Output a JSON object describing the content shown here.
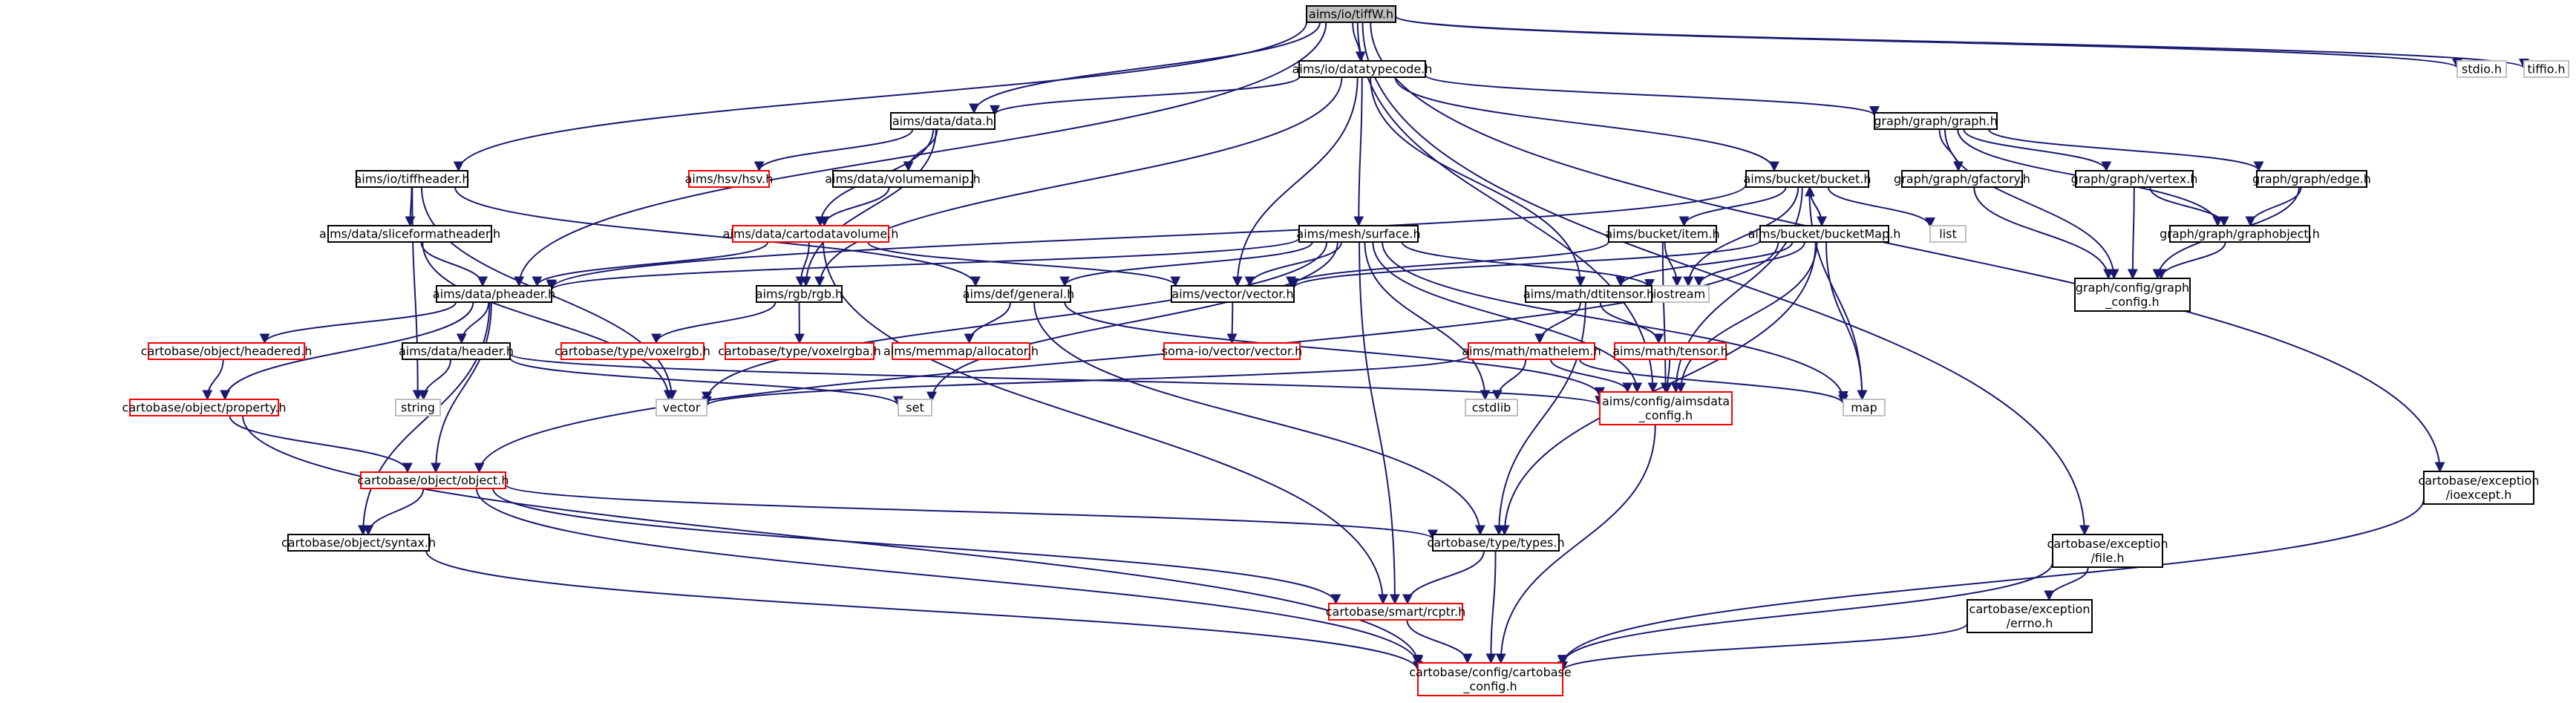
{
  "colors": {
    "edge": "#191970",
    "node_border": "#000000",
    "node_border_red": "#ff0000",
    "node_border_gray": "#bfbfbf",
    "root_fill": "#bfbfbf",
    "fill": "#ffffff"
  },
  "nodes": [
    {
      "id": "root",
      "lines": [
        "aims/io/tiffW.h"
      ],
      "style": "root"
    },
    {
      "id": "datatypecode",
      "lines": [
        "aims/io/datatypecode.h"
      ],
      "style": "black"
    },
    {
      "id": "stdio",
      "lines": [
        "stdio.h"
      ],
      "style": "gray"
    },
    {
      "id": "tiffio",
      "lines": [
        "tiffio.h"
      ],
      "style": "gray"
    },
    {
      "id": "data",
      "lines": [
        "aims/data/data.h"
      ],
      "style": "black"
    },
    {
      "id": "graph",
      "lines": [
        "graph/graph/graph.h"
      ],
      "style": "black"
    },
    {
      "id": "tiffheader",
      "lines": [
        "aims/io/tiffheader.h"
      ],
      "style": "black"
    },
    {
      "id": "hsv",
      "lines": [
        "aims/hsv/hsv.h"
      ],
      "style": "red"
    },
    {
      "id": "volumemanip",
      "lines": [
        "aims/data/volumemanip.h"
      ],
      "style": "black"
    },
    {
      "id": "bucket",
      "lines": [
        "aims/bucket/bucket.h"
      ],
      "style": "black"
    },
    {
      "id": "gfactory",
      "lines": [
        "graph/graph/gfactory.h"
      ],
      "style": "black"
    },
    {
      "id": "vertex",
      "lines": [
        "graph/graph/vertex.h"
      ],
      "style": "black"
    },
    {
      "id": "edge",
      "lines": [
        "graph/graph/edge.h"
      ],
      "style": "black"
    },
    {
      "id": "sliceformat",
      "lines": [
        "aims/data/sliceformatheader.h"
      ],
      "style": "black"
    },
    {
      "id": "cartodatavolume",
      "lines": [
        "aims/data/cartodatavolume.h"
      ],
      "style": "red"
    },
    {
      "id": "surface",
      "lines": [
        "aims/mesh/surface.h"
      ],
      "style": "black"
    },
    {
      "id": "item",
      "lines": [
        "aims/bucket/item.h"
      ],
      "style": "black"
    },
    {
      "id": "bucketmap",
      "lines": [
        "aims/bucket/bucketMap.h"
      ],
      "style": "black"
    },
    {
      "id": "list",
      "lines": [
        "list"
      ],
      "style": "gray"
    },
    {
      "id": "graphobject",
      "lines": [
        "graph/graph/graphobject.h"
      ],
      "style": "black"
    },
    {
      "id": "pheader",
      "lines": [
        "aims/data/pheader.h"
      ],
      "style": "black"
    },
    {
      "id": "rgb",
      "lines": [
        "aims/rgb/rgb.h"
      ],
      "style": "black"
    },
    {
      "id": "general",
      "lines": [
        "aims/def/general.h"
      ],
      "style": "black"
    },
    {
      "id": "vector_h",
      "lines": [
        "aims/vector/vector.h"
      ],
      "style": "black"
    },
    {
      "id": "iostream",
      "lines": [
        "iostream"
      ],
      "style": "gray"
    },
    {
      "id": "dtitensor",
      "lines": [
        "aims/math/dtitensor.h"
      ],
      "style": "black"
    },
    {
      "id": "graph_config",
      "lines": [
        "graph/config/graph",
        "_config.h"
      ],
      "style": "black"
    },
    {
      "id": "headered",
      "lines": [
        "cartobase/object/headered.h"
      ],
      "style": "red"
    },
    {
      "id": "header",
      "lines": [
        "aims/data/header.h"
      ],
      "style": "black"
    },
    {
      "id": "voxelrgb",
      "lines": [
        "cartobase/type/voxelrgb.h"
      ],
      "style": "red"
    },
    {
      "id": "voxelrgba",
      "lines": [
        "cartobase/type/voxelrgba.h"
      ],
      "style": "red"
    },
    {
      "id": "allocator",
      "lines": [
        "aims/memmap/allocator.h"
      ],
      "style": "red"
    },
    {
      "id": "soma_vector",
      "lines": [
        "soma-io/vector/vector.h"
      ],
      "style": "red"
    },
    {
      "id": "mathelem",
      "lines": [
        "aims/math/mathelem.h"
      ],
      "style": "red"
    },
    {
      "id": "tensor",
      "lines": [
        "aims/math/tensor.h"
      ],
      "style": "red"
    },
    {
      "id": "string",
      "lines": [
        "string"
      ],
      "style": "gray"
    },
    {
      "id": "vector",
      "lines": [
        "vector"
      ],
      "style": "gray"
    },
    {
      "id": "property",
      "lines": [
        "cartobase/object/property.h"
      ],
      "style": "red"
    },
    {
      "id": "set",
      "lines": [
        "set"
      ],
      "style": "gray"
    },
    {
      "id": "cstdlib",
      "lines": [
        "cstdlib"
      ],
      "style": "gray"
    },
    {
      "id": "aimsdata_config",
      "lines": [
        "aims/config/aimsdata",
        "_config.h"
      ],
      "style": "red"
    },
    {
      "id": "map",
      "lines": [
        "map"
      ],
      "style": "gray"
    },
    {
      "id": "ioexcept",
      "lines": [
        "cartobase/exception",
        "/ioexcept.h"
      ],
      "style": "black"
    },
    {
      "id": "object",
      "lines": [
        "cartobase/object/object.h"
      ],
      "style": "red"
    },
    {
      "id": "file",
      "lines": [
        "cartobase/exception",
        "/file.h"
      ],
      "style": "black"
    },
    {
      "id": "syntax",
      "lines": [
        "cartobase/object/syntax.h"
      ],
      "style": "black"
    },
    {
      "id": "types",
      "lines": [
        "cartobase/type/types.h"
      ],
      "style": "black"
    },
    {
      "id": "errno",
      "lines": [
        "cartobase/exception",
        "/errno.h"
      ],
      "style": "black"
    },
    {
      "id": "rcptr",
      "lines": [
        "cartobase/smart/rcptr.h"
      ],
      "style": "red"
    },
    {
      "id": "cartobase_config",
      "lines": [
        "cartobase/config/cartobase",
        "_config.h"
      ],
      "style": "red"
    }
  ],
  "edges": [
    [
      "root",
      "datatypecode"
    ],
    [
      "root",
      "stdio"
    ],
    [
      "root",
      "tiffio"
    ],
    [
      "root",
      "data"
    ],
    [
      "root",
      "tiffheader"
    ],
    [
      "root",
      "pheader"
    ],
    [
      "root",
      "aimsdata_config"
    ],
    [
      "root",
      "ioexcept"
    ],
    [
      "root",
      "file"
    ],
    [
      "datatypecode",
      "data"
    ],
    [
      "datatypecode",
      "graph"
    ],
    [
      "datatypecode",
      "bucket"
    ],
    [
      "datatypecode",
      "surface"
    ],
    [
      "datatypecode",
      "rgb"
    ],
    [
      "datatypecode",
      "vector_h"
    ],
    [
      "datatypecode",
      "dtitensor"
    ],
    [
      "data",
      "hsv"
    ],
    [
      "data",
      "volumemanip"
    ],
    [
      "data",
      "cartodatavolume"
    ],
    [
      "data",
      "rgb"
    ],
    [
      "volumemanip",
      "cartodatavolume"
    ],
    [
      "graph",
      "gfactory"
    ],
    [
      "graph",
      "vertex"
    ],
    [
      "graph",
      "edge"
    ],
    [
      "graph",
      "graphobject"
    ],
    [
      "graph",
      "graph_config"
    ],
    [
      "gfactory",
      "graph_config"
    ],
    [
      "vertex",
      "graphobject"
    ],
    [
      "vertex",
      "graph_config"
    ],
    [
      "edge",
      "graphobject"
    ],
    [
      "edge",
      "graph_config"
    ],
    [
      "graphobject",
      "graph_config"
    ],
    [
      "tiffheader",
      "sliceformat"
    ],
    [
      "tiffheader",
      "general"
    ],
    [
      "tiffheader",
      "string"
    ],
    [
      "tiffheader",
      "vector"
    ],
    [
      "sliceformat",
      "pheader"
    ],
    [
      "sliceformat",
      "vector"
    ],
    [
      "cartodatavolume",
      "pheader"
    ],
    [
      "cartodatavolume",
      "rgb"
    ],
    [
      "cartodatavolume",
      "vector_h"
    ],
    [
      "cartodatavolume",
      "rcptr"
    ],
    [
      "bucket",
      "item"
    ],
    [
      "bucket",
      "bucketmap"
    ],
    [
      "bucket",
      "list"
    ],
    [
      "bucket",
      "iostream"
    ],
    [
      "bucket",
      "pheader"
    ],
    [
      "bucket",
      "aimsdata_config"
    ],
    [
      "bucket",
      "map"
    ],
    [
      "bucketmap",
      "bucket"
    ],
    [
      "bucketmap",
      "dtitensor"
    ],
    [
      "bucketmap",
      "iostream"
    ],
    [
      "bucketmap",
      "map"
    ],
    [
      "bucketmap",
      "aimsdata_config"
    ],
    [
      "bucketmap",
      "object"
    ],
    [
      "bucketmap",
      "types"
    ],
    [
      "bucketmap",
      "vector_h"
    ],
    [
      "item",
      "vector_h"
    ],
    [
      "item",
      "iostream"
    ],
    [
      "item",
      "aimsdata_config"
    ],
    [
      "surface",
      "pheader"
    ],
    [
      "surface",
      "general"
    ],
    [
      "surface",
      "vector_h"
    ],
    [
      "surface",
      "iostream"
    ],
    [
      "surface",
      "vector"
    ],
    [
      "surface",
      "set"
    ],
    [
      "surface",
      "cstdlib"
    ],
    [
      "surface",
      "aimsdata_config"
    ],
    [
      "surface",
      "map"
    ],
    [
      "surface",
      "rcptr"
    ],
    [
      "pheader",
      "headered"
    ],
    [
      "pheader",
      "header"
    ],
    [
      "pheader",
      "property"
    ],
    [
      "pheader",
      "object"
    ],
    [
      "pheader",
      "syntax"
    ],
    [
      "rgb",
      "voxelrgb"
    ],
    [
      "rgb",
      "voxelrgba"
    ],
    [
      "general",
      "allocator"
    ],
    [
      "general",
      "aimsdata_config"
    ],
    [
      "general",
      "types"
    ],
    [
      "vector_h",
      "soma_vector"
    ],
    [
      "dtitensor",
      "mathelem"
    ],
    [
      "dtitensor",
      "tensor"
    ],
    [
      "dtitensor",
      "types"
    ],
    [
      "mathelem",
      "vector"
    ],
    [
      "mathelem",
      "cstdlib"
    ],
    [
      "mathelem",
      "aimsdata_config"
    ],
    [
      "mathelem",
      "map"
    ],
    [
      "tensor",
      "aimsdata_config"
    ],
    [
      "headered",
      "property"
    ],
    [
      "header",
      "string"
    ],
    [
      "header",
      "set"
    ],
    [
      "header",
      "aimsdata_config"
    ],
    [
      "property",
      "object"
    ],
    [
      "property",
      "cartobase_config"
    ],
    [
      "object",
      "syntax"
    ],
    [
      "object",
      "types"
    ],
    [
      "object",
      "rcptr"
    ],
    [
      "object",
      "cartobase_config"
    ],
    [
      "syntax",
      "cartobase_config"
    ],
    [
      "types",
      "rcptr"
    ],
    [
      "types",
      "cartobase_config"
    ],
    [
      "rcptr",
      "cartobase_config"
    ],
    [
      "aimsdata_config",
      "cartobase_config"
    ],
    [
      "file",
      "errno"
    ],
    [
      "file",
      "cartobase_config"
    ],
    [
      "errno",
      "cartobase_config"
    ],
    [
      "ioexcept",
      "cartobase_config"
    ]
  ]
}
